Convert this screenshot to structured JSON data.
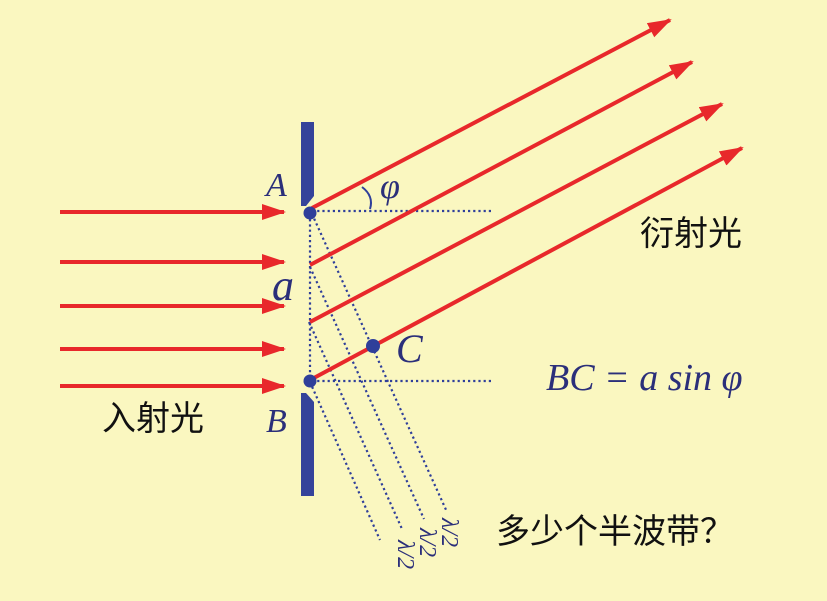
{
  "labels": {
    "A": "A",
    "B": "B",
    "C": "C",
    "a": "a",
    "phi": "φ",
    "half_wave": [
      "λ/2",
      "λ/2",
      "λ/2"
    ]
  },
  "text": {
    "incident": "入射光",
    "diffracted": "衍射光",
    "formula": "BC = a sin φ",
    "question": "多少个半波带？"
  },
  "colors": {
    "background": "#faf7c0",
    "ray": "#e8282b",
    "slit": "#35439a",
    "label": "#2b2f7a"
  }
}
